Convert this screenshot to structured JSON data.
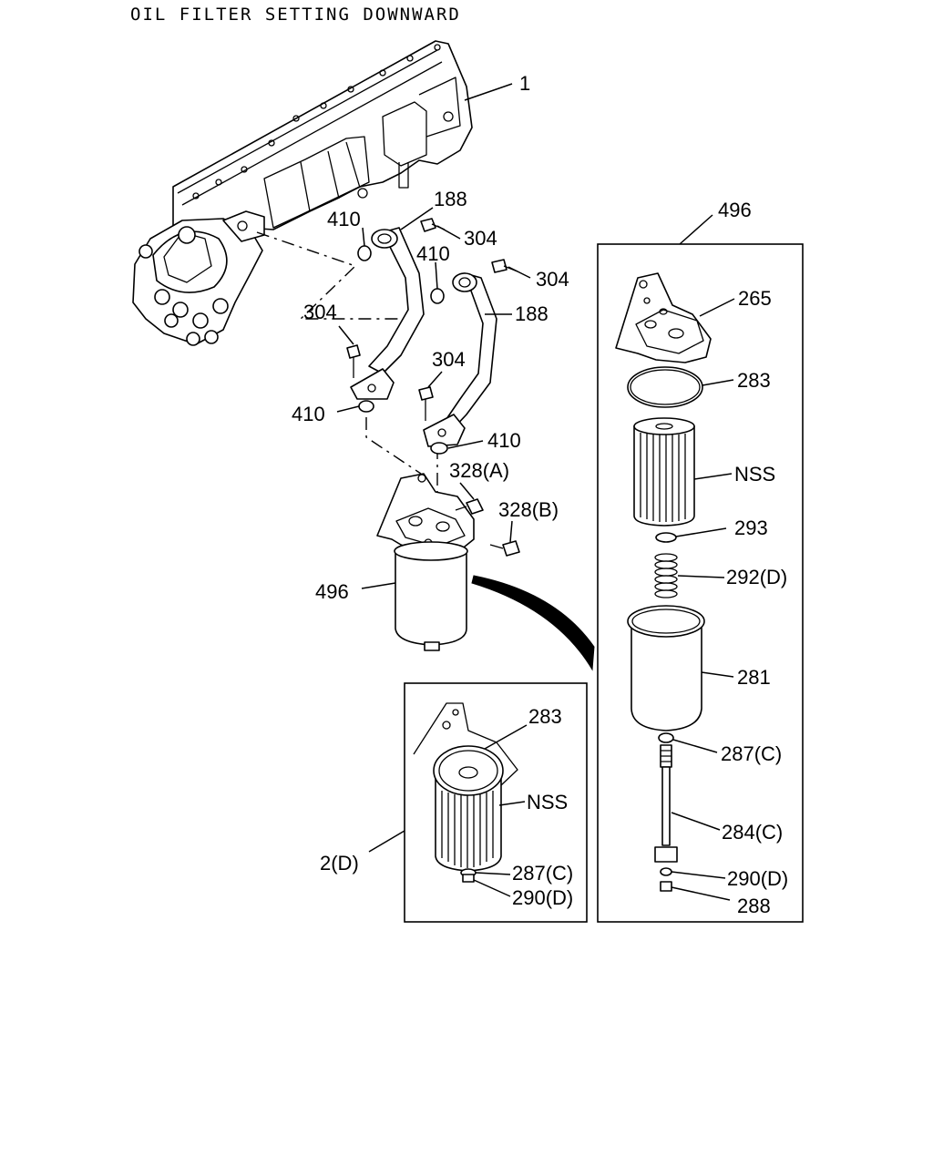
{
  "title": "OIL FILTER SETTING DOWNWARD",
  "labels": {
    "l_1": "1",
    "l_188a": "188",
    "l_188b": "188",
    "l_410a": "410",
    "l_410b": "410",
    "l_410c": "410",
    "l_410d": "410",
    "l_304a": "304",
    "l_304b": "304",
    "l_304c": "304",
    "l_304d": "304",
    "l_328a": "328(A)",
    "l_328b": "328(B)",
    "l_496main": "496",
    "l_496box": "496",
    "l_265": "265",
    "l_283a": "283",
    "l_nssa": "NSS",
    "l_293": "293",
    "l_292": "292(D)",
    "l_281": "281",
    "l_287a": "287(C)",
    "l_284": "284(C)",
    "l_290a": "290(D)",
    "l_288": "288",
    "l_283b": "283",
    "l_nssb": "NSS",
    "l_287b": "287(C)",
    "l_290b": "290(D)",
    "l_2d": "2(D)"
  }
}
